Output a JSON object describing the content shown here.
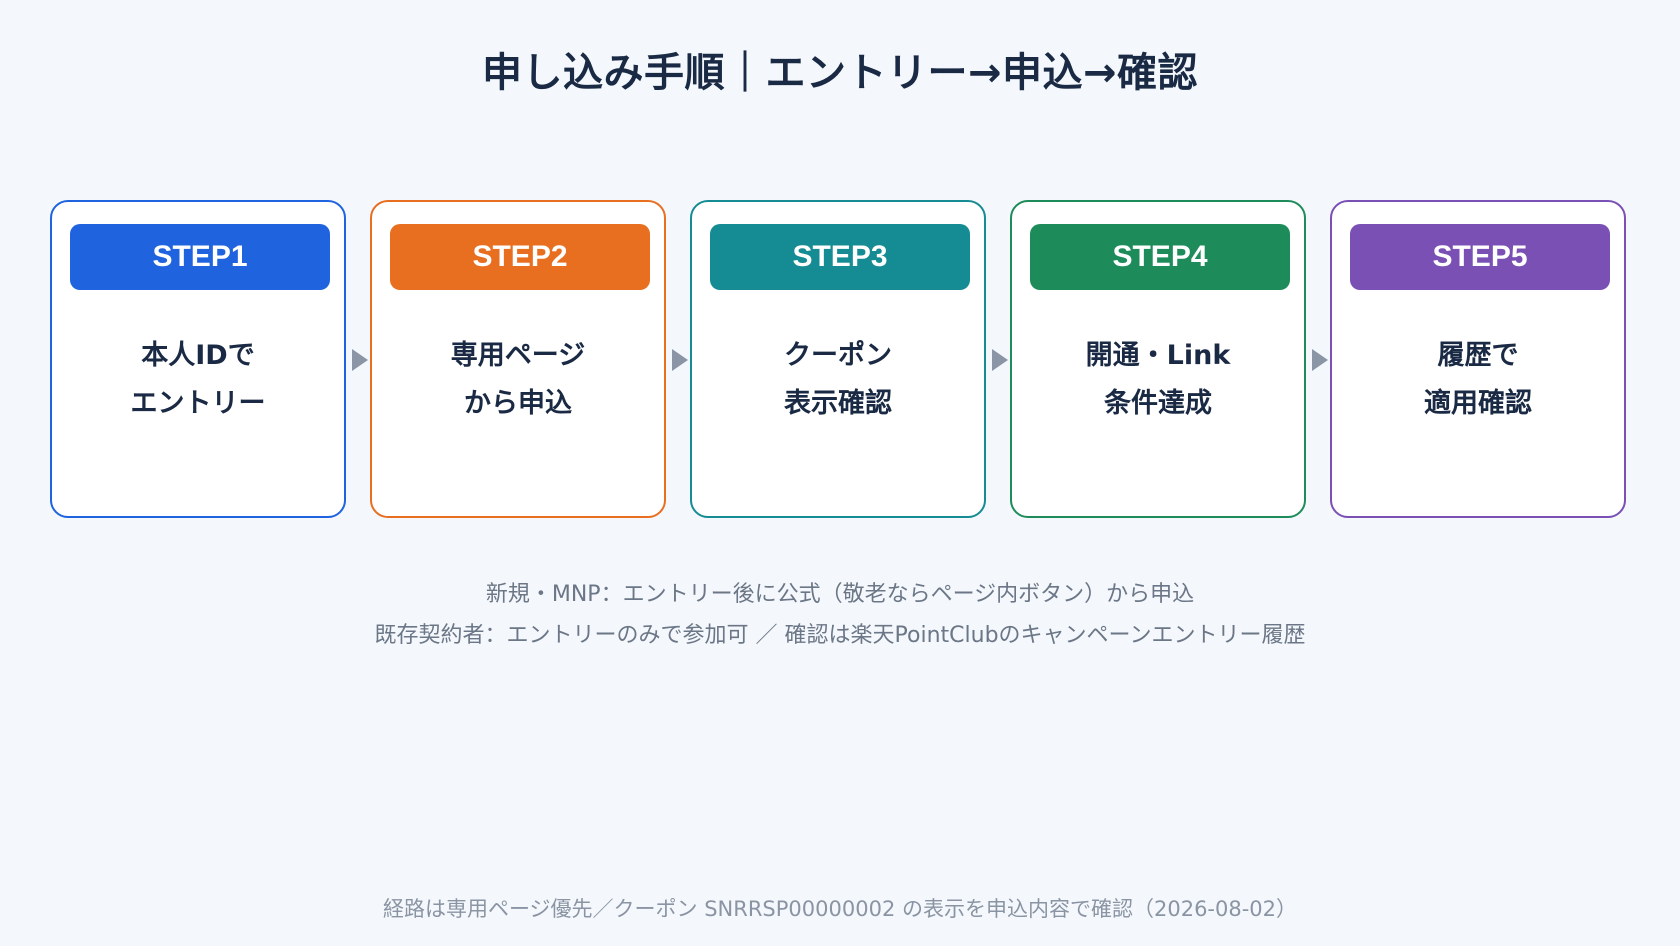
{
  "title": "申し込み手順｜エントリー→申込→確認",
  "steps": [
    {
      "label": "STEP1",
      "line1": "本人IDで",
      "line2": "エントリー",
      "color": "#1f63de"
    },
    {
      "label": "STEP2",
      "line1": "専用ページ",
      "line2": "から申込",
      "color": "#e86e20"
    },
    {
      "label": "STEP3",
      "line1": "クーポン",
      "line2": "表示確認",
      "color": "#158c93"
    },
    {
      "label": "STEP4",
      "line1": "開通・Link",
      "line2": "条件達成",
      "color": "#1e8c5a"
    },
    {
      "label": "STEP5",
      "line1": "履歴で",
      "line2": "適用確認",
      "color": "#7a50b4"
    }
  ],
  "notes": {
    "line1": "新規・MNP：エントリー後に公式（敬老ならページ内ボタン）から申込",
    "line2": "既存契約者：エントリーのみで参加可 ／ 確認は楽天PointClubのキャンペーンエントリー履歴"
  },
  "footer": "経路は専用ページ優先／クーポン SNRRSP00000002 の表示を申込内容で確認（2026-08-02）"
}
